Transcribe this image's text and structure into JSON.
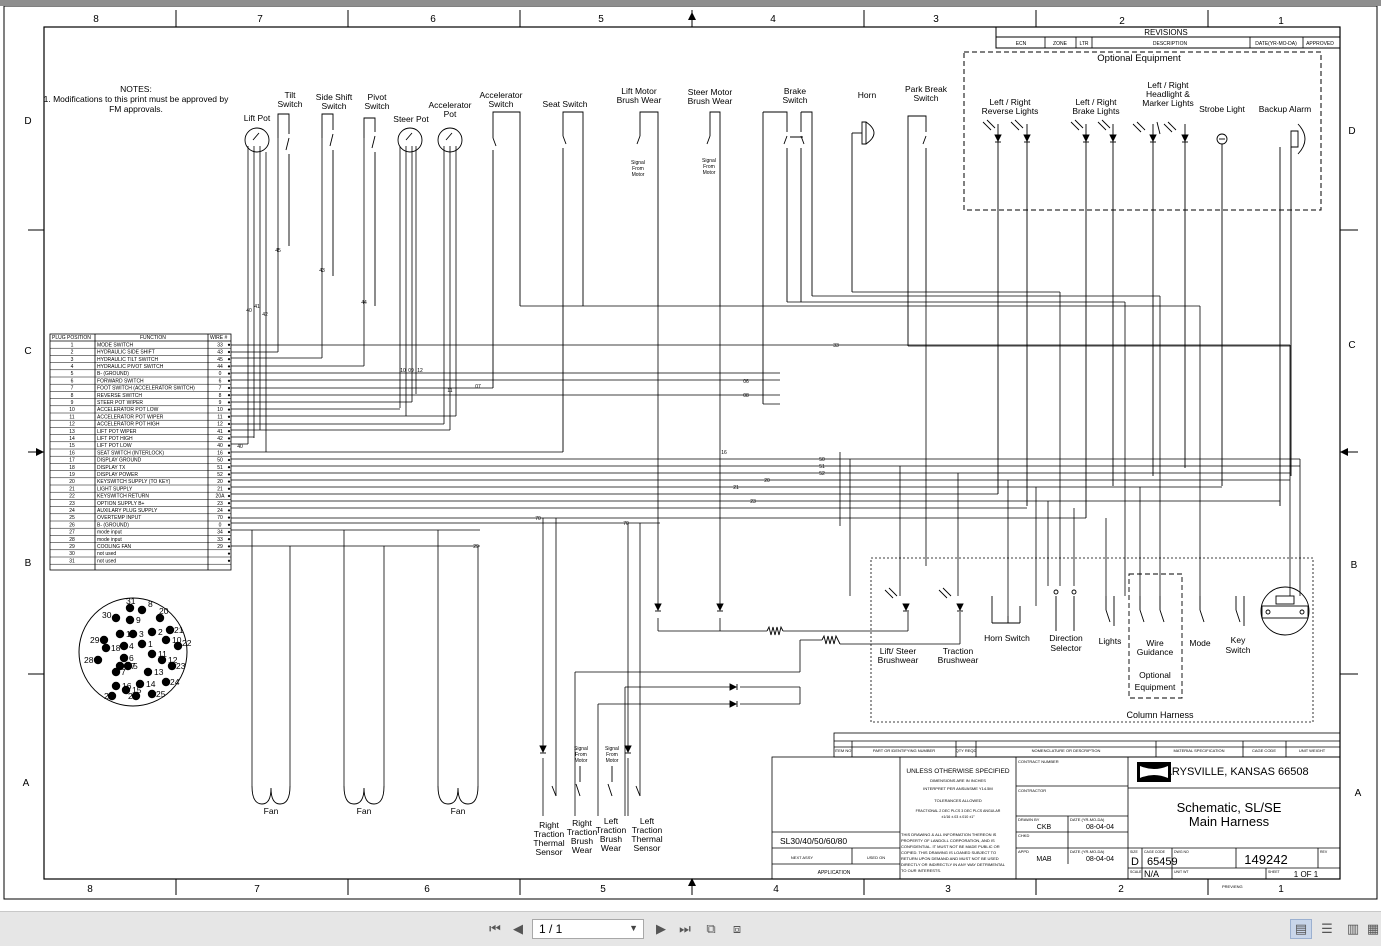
{
  "sheet": {
    "zones_top": [
      "8",
      "7",
      "6",
      "5",
      "4",
      "3",
      "2",
      "1"
    ],
    "zones_bottom": [
      "8",
      "7",
      "6",
      "5",
      "4",
      "3",
      "2",
      "1"
    ],
    "rows_left": [
      "D",
      "C",
      "B",
      "A"
    ],
    "rows_right": [
      "D",
      "C",
      "B",
      "A"
    ]
  },
  "notes": {
    "title": "NOTES:",
    "line1": "1. Modifications to this print must be approved by",
    "line2": "FM approvals."
  },
  "revisions": {
    "title": "REVISIONS",
    "cols": [
      "ECN",
      "ZONE",
      "LTR",
      "DESCRIPTION",
      "DATE(YR-MO-DA)",
      "APPROVED"
    ]
  },
  "optional_top": {
    "title": "Optional Equipment",
    "rev_lights": [
      "Left / Right",
      "Reverse Lights"
    ],
    "brake_lights": [
      "Left / Right",
      "Brake Lights"
    ],
    "head_lights": [
      "Left / Right",
      "Headlight &",
      "Marker Lights"
    ],
    "strobe": "Strobe Light",
    "alarm": "Backup Alarm"
  },
  "components": {
    "lift_pot": "Lift Pot",
    "tilt": [
      "Tilt",
      "Switch"
    ],
    "side_shift": [
      "Side Shift",
      "Switch"
    ],
    "pivot": [
      "Pivot",
      "Switch"
    ],
    "steer_pot": "Steer Pot",
    "accel_pot": [
      "Accelerator",
      "Pot"
    ],
    "accel_switch": [
      "Accelerator",
      "Switch"
    ],
    "seat_switch": "Seat Switch",
    "lift_brush": [
      "Lift Motor",
      "Brush Wear"
    ],
    "steer_brush": [
      "Steer Motor",
      "Brush Wear"
    ],
    "brake": [
      "Brake",
      "Switch"
    ],
    "horn": "Horn",
    "park": [
      "Park Break",
      "Switch"
    ],
    "signal_from_motor": [
      "Signal",
      "From",
      "Motor"
    ]
  },
  "plug_table": {
    "headers": [
      "PLUG POSITION",
      "FUNCTION",
      "WIRE #"
    ],
    "rows": [
      [
        "1",
        "MODE SWITCH",
        "33"
      ],
      [
        "2",
        "HYDRAULIC SIDE SHIFT",
        "43"
      ],
      [
        "3",
        "HYDRAULIC TILT SWITCH",
        "45"
      ],
      [
        "4",
        "HYDRAULIC PIVOT SWITCH",
        "44"
      ],
      [
        "5",
        "B- (GROUND)",
        "0"
      ],
      [
        "6",
        "FORWARD SWITCH",
        "6"
      ],
      [
        "7",
        "FOOT SWITCH (ACCELERATOR SWITCH)",
        "7"
      ],
      [
        "8",
        "REVERSE SWITCH",
        "8"
      ],
      [
        "9",
        "STEER POT WIPER",
        "9"
      ],
      [
        "10",
        "ACCELERATOR POT LOW",
        "10"
      ],
      [
        "11",
        "ACCELERATOR POT WIPER",
        "11"
      ],
      [
        "12",
        "ACCELERATOR POT HIGH",
        "12"
      ],
      [
        "13",
        "LIFT POT WIPER",
        "41"
      ],
      [
        "14",
        "LIFT POT HIGH",
        "42"
      ],
      [
        "15",
        "LIFT POT LOW",
        "40"
      ],
      [
        "16",
        "SEAT SWITCH (INTERLOCK)",
        "16"
      ],
      [
        "17",
        "DISPLAY GROUND",
        "50"
      ],
      [
        "18",
        "DISPLAY TX",
        "51"
      ],
      [
        "19",
        "DISPLAY POWER",
        "52"
      ],
      [
        "20",
        "KEYSWITCH SUPPLY (TO KEY)",
        "20"
      ],
      [
        "21",
        "LIGHT SUPPLY",
        "21"
      ],
      [
        "22",
        "KEYSWITCH RETURN",
        "20A"
      ],
      [
        "23",
        "OPTION SUPPLY B+",
        "23"
      ],
      [
        "24",
        "AUXILARY PLUG SUPPLY",
        "24"
      ],
      [
        "25",
        "OVERTEMP INPUT",
        "70"
      ],
      [
        "26",
        "B- (GROUND)",
        "0"
      ],
      [
        "27",
        "mode input",
        "34"
      ],
      [
        "28",
        "mode input",
        "33"
      ],
      [
        "29",
        "COOLING FAN",
        "29"
      ],
      [
        "30",
        "not used",
        ""
      ],
      [
        "31",
        "not used",
        ""
      ]
    ]
  },
  "connector_pins": [
    "1",
    "2",
    "3",
    "4",
    "5",
    "6",
    "7",
    "8",
    "9",
    "10",
    "11",
    "12",
    "13",
    "14",
    "15",
    "16",
    "17",
    "18",
    "19",
    "20",
    "21",
    "22",
    "23",
    "24",
    "25",
    "26",
    "27",
    "28",
    "29",
    "30",
    "31"
  ],
  "wire_labels": {
    "w45": "45",
    "w43": "43",
    "w44": "44",
    "w40": "40",
    "w41": "41",
    "w42": "42",
    "w10": "10",
    "w9": "09",
    "w12": "12",
    "w11": "11",
    "w7": "07",
    "w8": "08",
    "w33": "33",
    "w6": "06",
    "w16": "16",
    "w50": "50",
    "w51": "51",
    "w52": "52",
    "w20": "20",
    "w21": "21",
    "w23": "23",
    "w70": "70",
    "w29": "29"
  },
  "fans": [
    "Fan",
    "Fan",
    "Fan"
  ],
  "bottom_sensors": {
    "right_thermal": [
      "Right",
      "Traction",
      "Thermal",
      "Sensor"
    ],
    "right_brush": [
      "Right",
      "Traction",
      "Brush",
      "Wear"
    ],
    "left_brush": [
      "Left",
      "Traction",
      "Brush",
      "Wear"
    ],
    "left_thermal": [
      "Left",
      "Traction",
      "Thermal",
      "Sensor"
    ]
  },
  "column_harness": {
    "title": "Column Harness",
    "lift_steer": [
      "Lift/ Steer",
      "Brushwear"
    ],
    "traction": [
      "Traction",
      "Brushwear"
    ],
    "horn": "Horn Switch",
    "direction": [
      "Direction",
      "Selector"
    ],
    "lights": "Lights",
    "wire_guidance": [
      "Wire",
      "Guidance"
    ],
    "optional": [
      "Optional",
      "Equipment"
    ],
    "mode": "Mode",
    "key": [
      "Key",
      "Switch"
    ]
  },
  "title_block": {
    "item_no": "ITEM NO",
    "part_no": "PART OR IDENTIFYING NUMBER",
    "qty": "QTY REQD",
    "nomenclature": "NOMENCLATURE OR DESCRIPTION",
    "material": "MATERIAL SPECIFICATION",
    "cage_code": "CAGE CODE",
    "unit_weight": "UNIT WEIGHT",
    "unless": "UNLESS OTHERWISE SPECIFIED",
    "dims": "DIMENSIONS ARE IN INCHES",
    "interpret": "INTERPRET PER ANSI/ASME Y14.5M",
    "tolerances": "TOLERANCES ALLOWED",
    "fractional": "FRACTIONAL   2 DEC PLCS   3 DEC PLCS   ANGULAR",
    "fractional_vals": "±1/16        ±.03         ±.010       ±1°",
    "contract_no": "CONTRACT NUMBER",
    "contractor": "CONTRACTOR",
    "drawn_by_label": "DRAWN BY",
    "date_label": "DATE (YR-MO-DA)",
    "drawn_by": "CKB",
    "drawn_date": "08-04-04",
    "chkd": "CHKD",
    "appd_label": "APPD",
    "appd": "MAB",
    "appd_date": "08-04-04",
    "company": "MARYSVILLE, KANSAS  66508",
    "title_line1": "Schematic, SL/SE",
    "title_line2": "Main Harness",
    "size_label": "SIZE",
    "size": "D",
    "cage_label": "CAGE CODE",
    "cage": "65459",
    "dwg_label": "DWG NO",
    "dwg": "149242",
    "rev_label": "REV",
    "scale_label": "SCALE",
    "scale": "N/A",
    "unit_wt": "UNIT WT",
    "sheet_label": "SHEET",
    "sheet": "1 OF 1",
    "prev_eng": "PREV/ENG",
    "models": "SL30/40/50/60/80",
    "next_assy": "NEXT ASSY",
    "used_on": "USED ON",
    "application": "APPLICATION",
    "property": [
      "THIS DRAWING & ALL INFORMATION THEREON IS",
      "PROPERTY OF LANDOLL CORPORATION, AND IS",
      "CONFIDENTIAL. IT MUST NOT BE MADE PUBLIC OR",
      "COPIED. THIS DRAWING IS LOANED SUBJECT TO",
      "RETURN UPON DEMAND AND MUST NOT BE USED",
      "DIRECTLY OR INDIRECTLY IN ANY WAY DETRIMENTAL",
      "TO OUR INTERESTS."
    ]
  },
  "viewer": {
    "page": "1 / 1"
  }
}
